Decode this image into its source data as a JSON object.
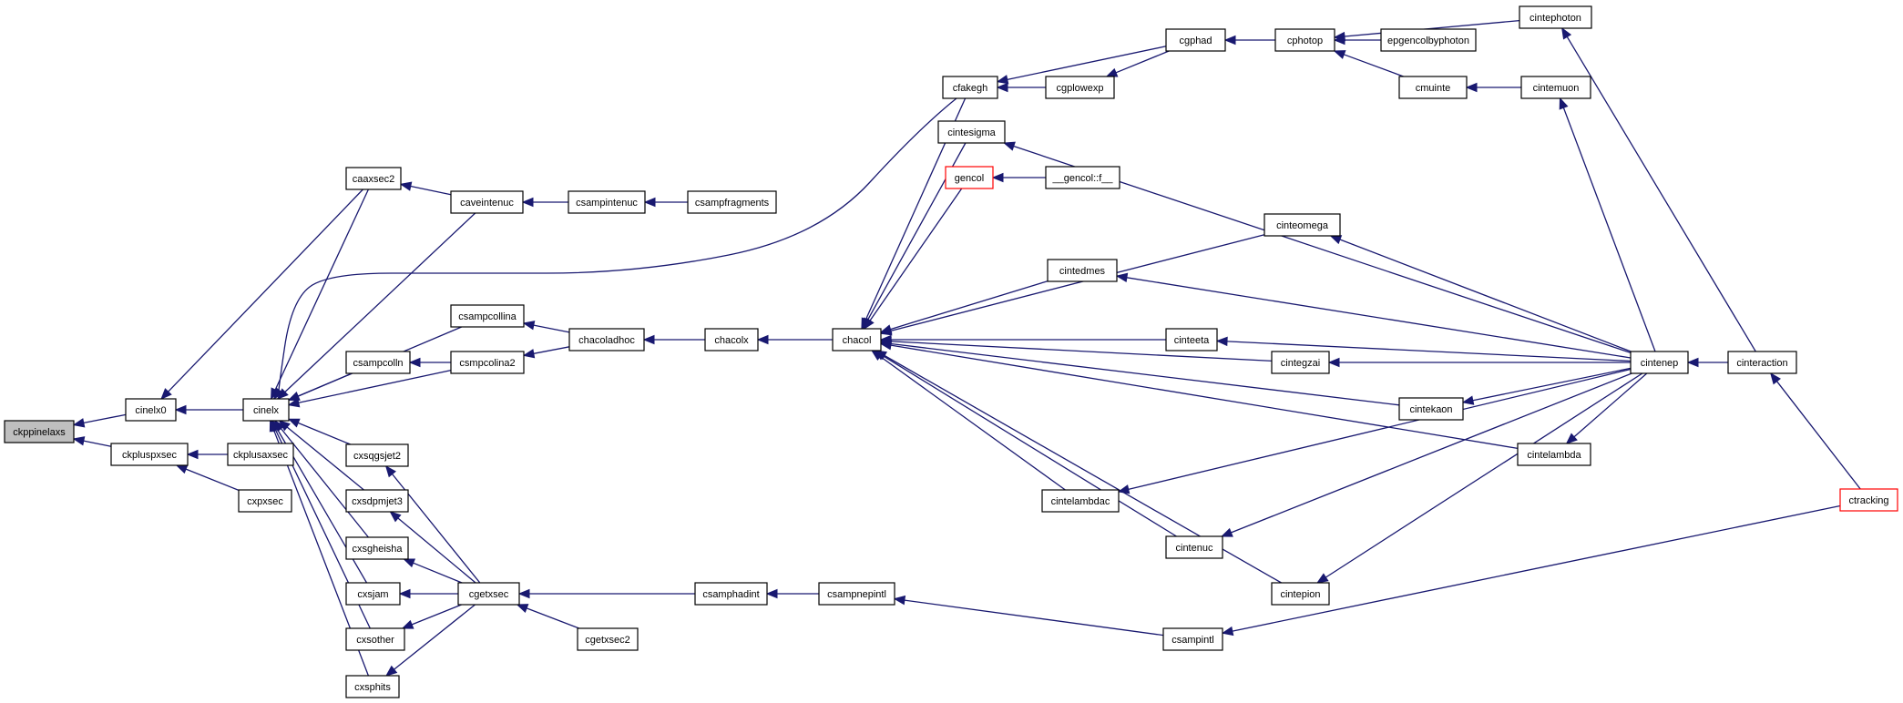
{
  "colors": {
    "edge": "#191970",
    "root_fill": "#bfbfbf",
    "highlight_border": "#ff0000"
  },
  "nodes": {
    "ckppinelaxs": "ckppinelaxs",
    "cinelx0": "cinelx0",
    "ckpluspxsec": "ckpluspxsec",
    "ckplusaxsec": "ckplusaxsec",
    "cxpxsec": "cxpxsec",
    "cinelx": "cinelx",
    "caaxsec2": "caaxsec2",
    "caveintenuc": "caveintenuc",
    "csampintenuc": "csampintenuc",
    "csampfragments": "csampfragments",
    "csampcollina": "csampcollina",
    "csampcolln": "csampcolln",
    "csmpcolina2": "csmpcolina2",
    "chacoladhoc": "chacoladhoc",
    "chacolx": "chacolx",
    "chacol": "chacol",
    "cfakegh": "cfakegh",
    "cgplowexp": "cgplowexp",
    "cgphad": "cgphad",
    "cphotop": "cphotop",
    "cintephoton": "cintephoton",
    "epgencolbyphoton": "epgencolbyphoton",
    "cmuinte": "cmuinte",
    "cintemuon": "cintemuon",
    "cintesigma": "cintesigma",
    "gencol": "gencol",
    "gencol_f": "__gencol::f__",
    "cinteomega": "cinteomega",
    "cintedmes": "cintedmes",
    "cinteeta": "cinteeta",
    "cintegzai": "cintegzai",
    "cintekaon": "cintekaon",
    "cintelambda": "cintelambda",
    "cintelambdac": "cintelambdac",
    "cintenuc": "cintenuc",
    "cintepion": "cintepion",
    "cintenep": "cintenep",
    "cinteraction": "cinteraction",
    "ctracking": "ctracking",
    "cxsqgsjet2": "cxsqgsjet2",
    "cxsdpmjet3": "cxsdpmjet3",
    "cxsgheisha": "cxsgheisha",
    "cxsjam": "cxsjam",
    "cxsother": "cxsother",
    "cxsphits": "cxsphits",
    "cgetxsec": "cgetxsec",
    "cgetxsec2": "cgetxsec2",
    "csamphadint": "csamphadint",
    "csampnepintl": "csampnepintl",
    "csampintl": "csampintl"
  },
  "edges": [
    [
      "cinelx0",
      "ckppinelaxs"
    ],
    [
      "ckpluspxsec",
      "ckppinelaxs"
    ],
    [
      "ckplusaxsec",
      "ckpluspxsec"
    ],
    [
      "cxpxsec",
      "ckpluspxsec"
    ],
    [
      "cinelx",
      "cinelx0"
    ],
    [
      "caaxsec2",
      "cinelx0"
    ],
    [
      "caaxsec2",
      "cinelx"
    ],
    [
      "caveintenuc",
      "caaxsec2"
    ],
    [
      "caveintenuc",
      "cinelx"
    ],
    [
      "csampintenuc",
      "caveintenuc"
    ],
    [
      "csampfragments",
      "csampintenuc"
    ],
    [
      "cfakegh",
      "cinelx"
    ],
    [
      "csampcollina",
      "cinelx"
    ],
    [
      "csampcolln",
      "cinelx"
    ],
    [
      "csmpcolina2",
      "cinelx"
    ],
    [
      "csmpcolina2",
      "csampcolln"
    ],
    [
      "chacoladhoc",
      "csampcollina"
    ],
    [
      "chacoladhoc",
      "csmpcolina2"
    ],
    [
      "chacolx",
      "chacoladhoc"
    ],
    [
      "chacol",
      "chacolx"
    ],
    [
      "cxsqgsjet2",
      "cinelx"
    ],
    [
      "cxsdpmjet3",
      "cinelx"
    ],
    [
      "cxsgheisha",
      "cinelx"
    ],
    [
      "cxsjam",
      "cinelx"
    ],
    [
      "cxsother",
      "cinelx"
    ],
    [
      "cxsphits",
      "cinelx"
    ],
    [
      "cgetxsec",
      "cxsqgsjet2"
    ],
    [
      "cgetxsec",
      "cxsdpmjet3"
    ],
    [
      "cgetxsec",
      "cxsgheisha"
    ],
    [
      "cgetxsec",
      "cxsjam"
    ],
    [
      "cgetxsec",
      "cxsother"
    ],
    [
      "cgetxsec",
      "cxsphits"
    ],
    [
      "csamphadint",
      "cgetxsec"
    ],
    [
      "cgetxsec2",
      "cgetxsec"
    ],
    [
      "csampnepintl",
      "csamphadint"
    ],
    [
      "csampintl",
      "csampnepintl"
    ],
    [
      "ctracking",
      "csampintl"
    ],
    [
      "cgplowexp",
      "cfakegh"
    ],
    [
      "cgphad",
      "cfakegh"
    ],
    [
      "cgphad",
      "cgplowexp"
    ],
    [
      "cphotop",
      "cgphad"
    ],
    [
      "cintephoton",
      "cphotop"
    ],
    [
      "epgencolbyphoton",
      "cphotop"
    ],
    [
      "cmuinte",
      "cphotop"
    ],
    [
      "cintemuon",
      "cmuinte"
    ],
    [
      "cfakegh",
      "chacol"
    ],
    [
      "cintesigma",
      "chacol"
    ],
    [
      "gencol",
      "chacol"
    ],
    [
      "gencol_f",
      "gencol"
    ],
    [
      "cinteomega",
      "chacol"
    ],
    [
      "cintedmes",
      "chacol"
    ],
    [
      "cinteeta",
      "chacol"
    ],
    [
      "cintegzai",
      "chacol"
    ],
    [
      "cintekaon",
      "chacol"
    ],
    [
      "cintelambda",
      "chacol"
    ],
    [
      "cintelambdac",
      "chacol"
    ],
    [
      "cintenuc",
      "chacol"
    ],
    [
      "cintepion",
      "chacol"
    ],
    [
      "cintenep",
      "cintesigma"
    ],
    [
      "cintenep",
      "cinteomega"
    ],
    [
      "cintenep",
      "cintedmes"
    ],
    [
      "cintenep",
      "cinteeta"
    ],
    [
      "cintenep",
      "cintegzai"
    ],
    [
      "cintenep",
      "cintekaon"
    ],
    [
      "cintenep",
      "cintelambda"
    ],
    [
      "cintenep",
      "cintelambdac"
    ],
    [
      "cintenep",
      "cintenuc"
    ],
    [
      "cintenep",
      "cintepion"
    ],
    [
      "cintenep",
      "cintemuon"
    ],
    [
      "cinteraction",
      "cintenep"
    ],
    [
      "cinteraction",
      "cintephoton"
    ],
    [
      "ctracking",
      "cinteraction"
    ]
  ]
}
